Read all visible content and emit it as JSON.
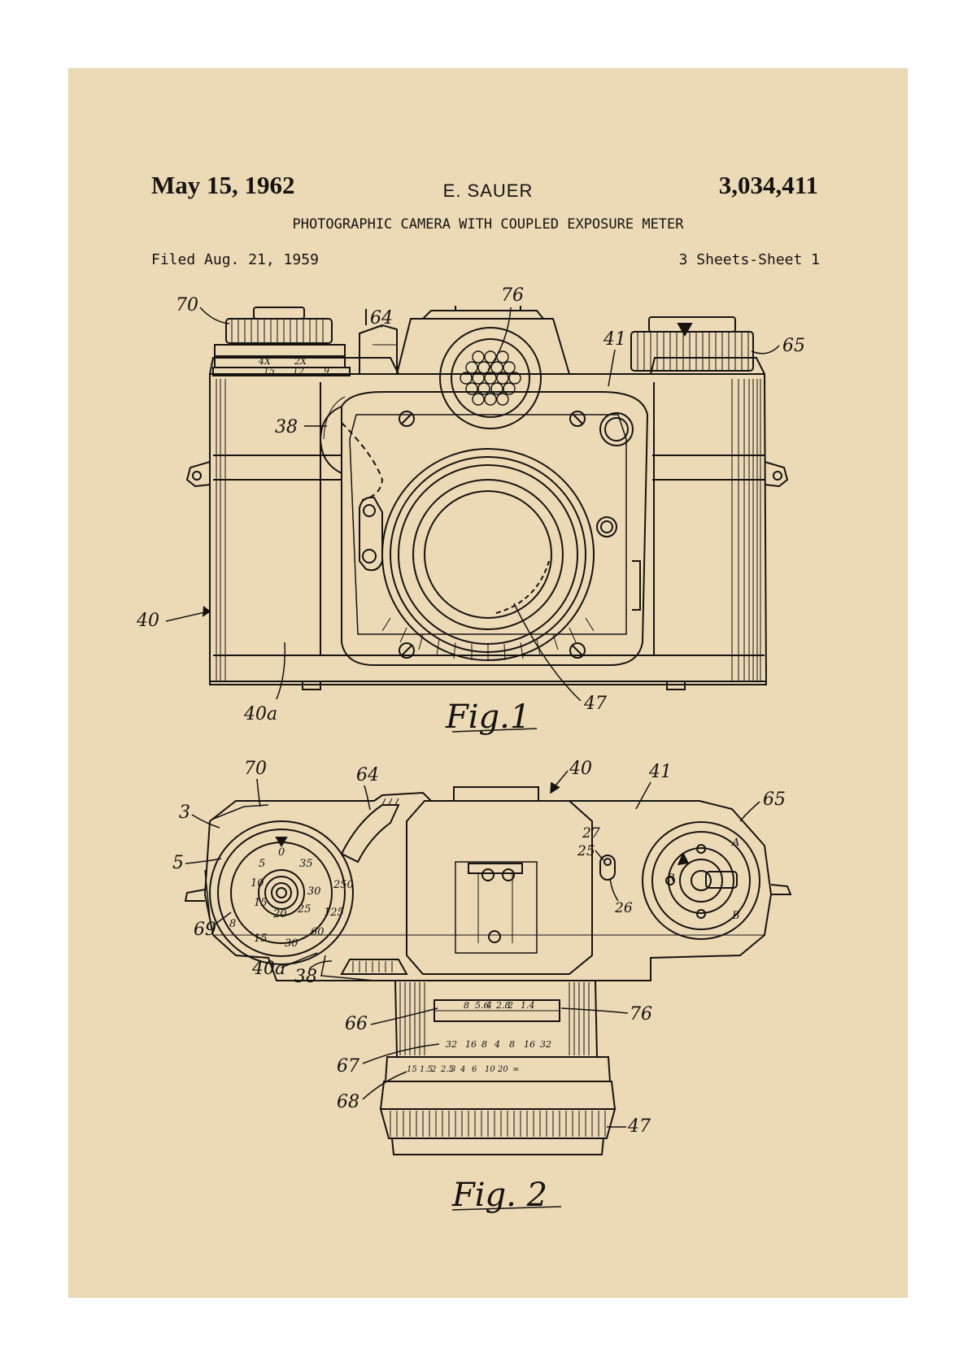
{
  "header": {
    "date": "May 15, 1962",
    "inventor": "E. SAUER",
    "patent_number": "3,034,411",
    "title": "PHOTOGRAPHIC CAMERA WITH COUPLED EXPOSURE METER",
    "filed": "Filed Aug. 21, 1959",
    "sheets": "3 Sheets-Sheet 1"
  },
  "figures": [
    {
      "label": "Fig.1",
      "reference_numerals": [
        "70",
        "64",
        "76",
        "41",
        "65",
        "38",
        "40",
        "40a",
        "47"
      ],
      "dial_marks": [
        "4X",
        "2X",
        "15",
        "12",
        "9"
      ]
    },
    {
      "label": "Fig. 2",
      "reference_numerals": [
        "70",
        "64",
        "40",
        "41",
        "65",
        "3",
        "5",
        "27",
        "25",
        "26",
        "69",
        "40a",
        "38",
        "66",
        "76",
        "67",
        "68",
        "47"
      ],
      "dial_marks": [
        "0",
        "5",
        "10",
        "15",
        "20",
        "25",
        "30",
        "35",
        "8",
        "15",
        "30",
        "60",
        "125",
        "250",
        "A",
        "B",
        "R"
      ],
      "lens_scale_top": [
        "1.4",
        "2",
        "2.8",
        "4",
        "5.6",
        "8"
      ],
      "lens_scale_mid": [
        "32",
        "16",
        "8",
        "4",
        "8",
        "16",
        "32"
      ],
      "lens_scale_bottom": [
        "15",
        "1.5",
        "2",
        "2.5",
        "3",
        "4",
        "6",
        "10",
        "20",
        "∞"
      ]
    }
  ],
  "colors": {
    "paper": "#ecdab7",
    "ink": "#161310",
    "matte": "#ffffff"
  }
}
